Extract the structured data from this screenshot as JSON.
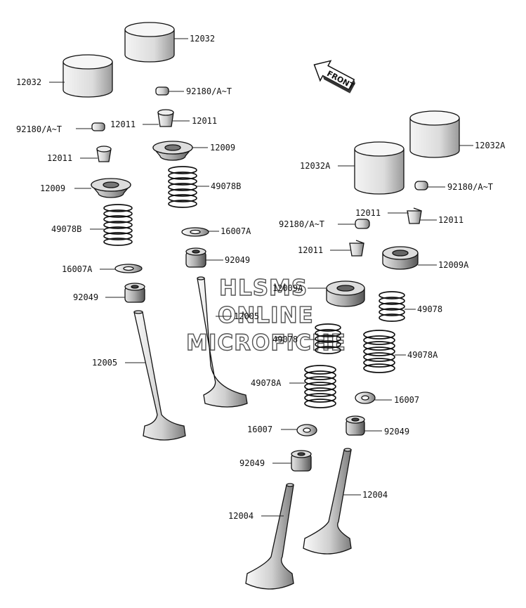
{
  "watermark": {
    "line1": "HLSMS",
    "line2": "ONLINE",
    "line3": "MICROFICHE"
  },
  "front_arrow": {
    "label": "FRONT"
  },
  "labels": {
    "l_12032_top": "12032",
    "l_12032_left": "12032",
    "l_92180_top": "92180/A~T",
    "l_92180_left": "92180/A~T",
    "l_12011_mid_right": "12011",
    "l_12011_mid_left": "12011",
    "l_12011_left": "12011",
    "l_12009_mid": "12009",
    "l_12009_left": "12009",
    "l_49078b_mid": "49078B",
    "l_49078b_left": "49078B",
    "l_16007a_mid": "16007A",
    "l_16007a_left": "16007A",
    "l_92049_mid": "92049",
    "l_92049_left": "92049",
    "l_12005_mid": "12005",
    "l_12005_left": "12005",
    "l_12032a_right": "12032A",
    "l_12032a_center": "12032A",
    "l_92180_right": "92180/A~T",
    "l_92180_center": "92180/A~T",
    "l_12011_right_a": "12011",
    "l_12011_right_b": "12011",
    "l_12011_center": "12011",
    "l_12009a_right": "12009A",
    "l_12009a_center": "12009A",
    "l_49078_right": "49078",
    "l_49078_center": "49078",
    "l_49078a_right": "49078A",
    "l_49078a_center": "49078A",
    "l_16007_right": "16007",
    "l_16007_center": "16007",
    "l_92049_right": "92049",
    "l_92049_center": "92049",
    "l_12004_right": "12004",
    "l_12004_center": "12004"
  }
}
